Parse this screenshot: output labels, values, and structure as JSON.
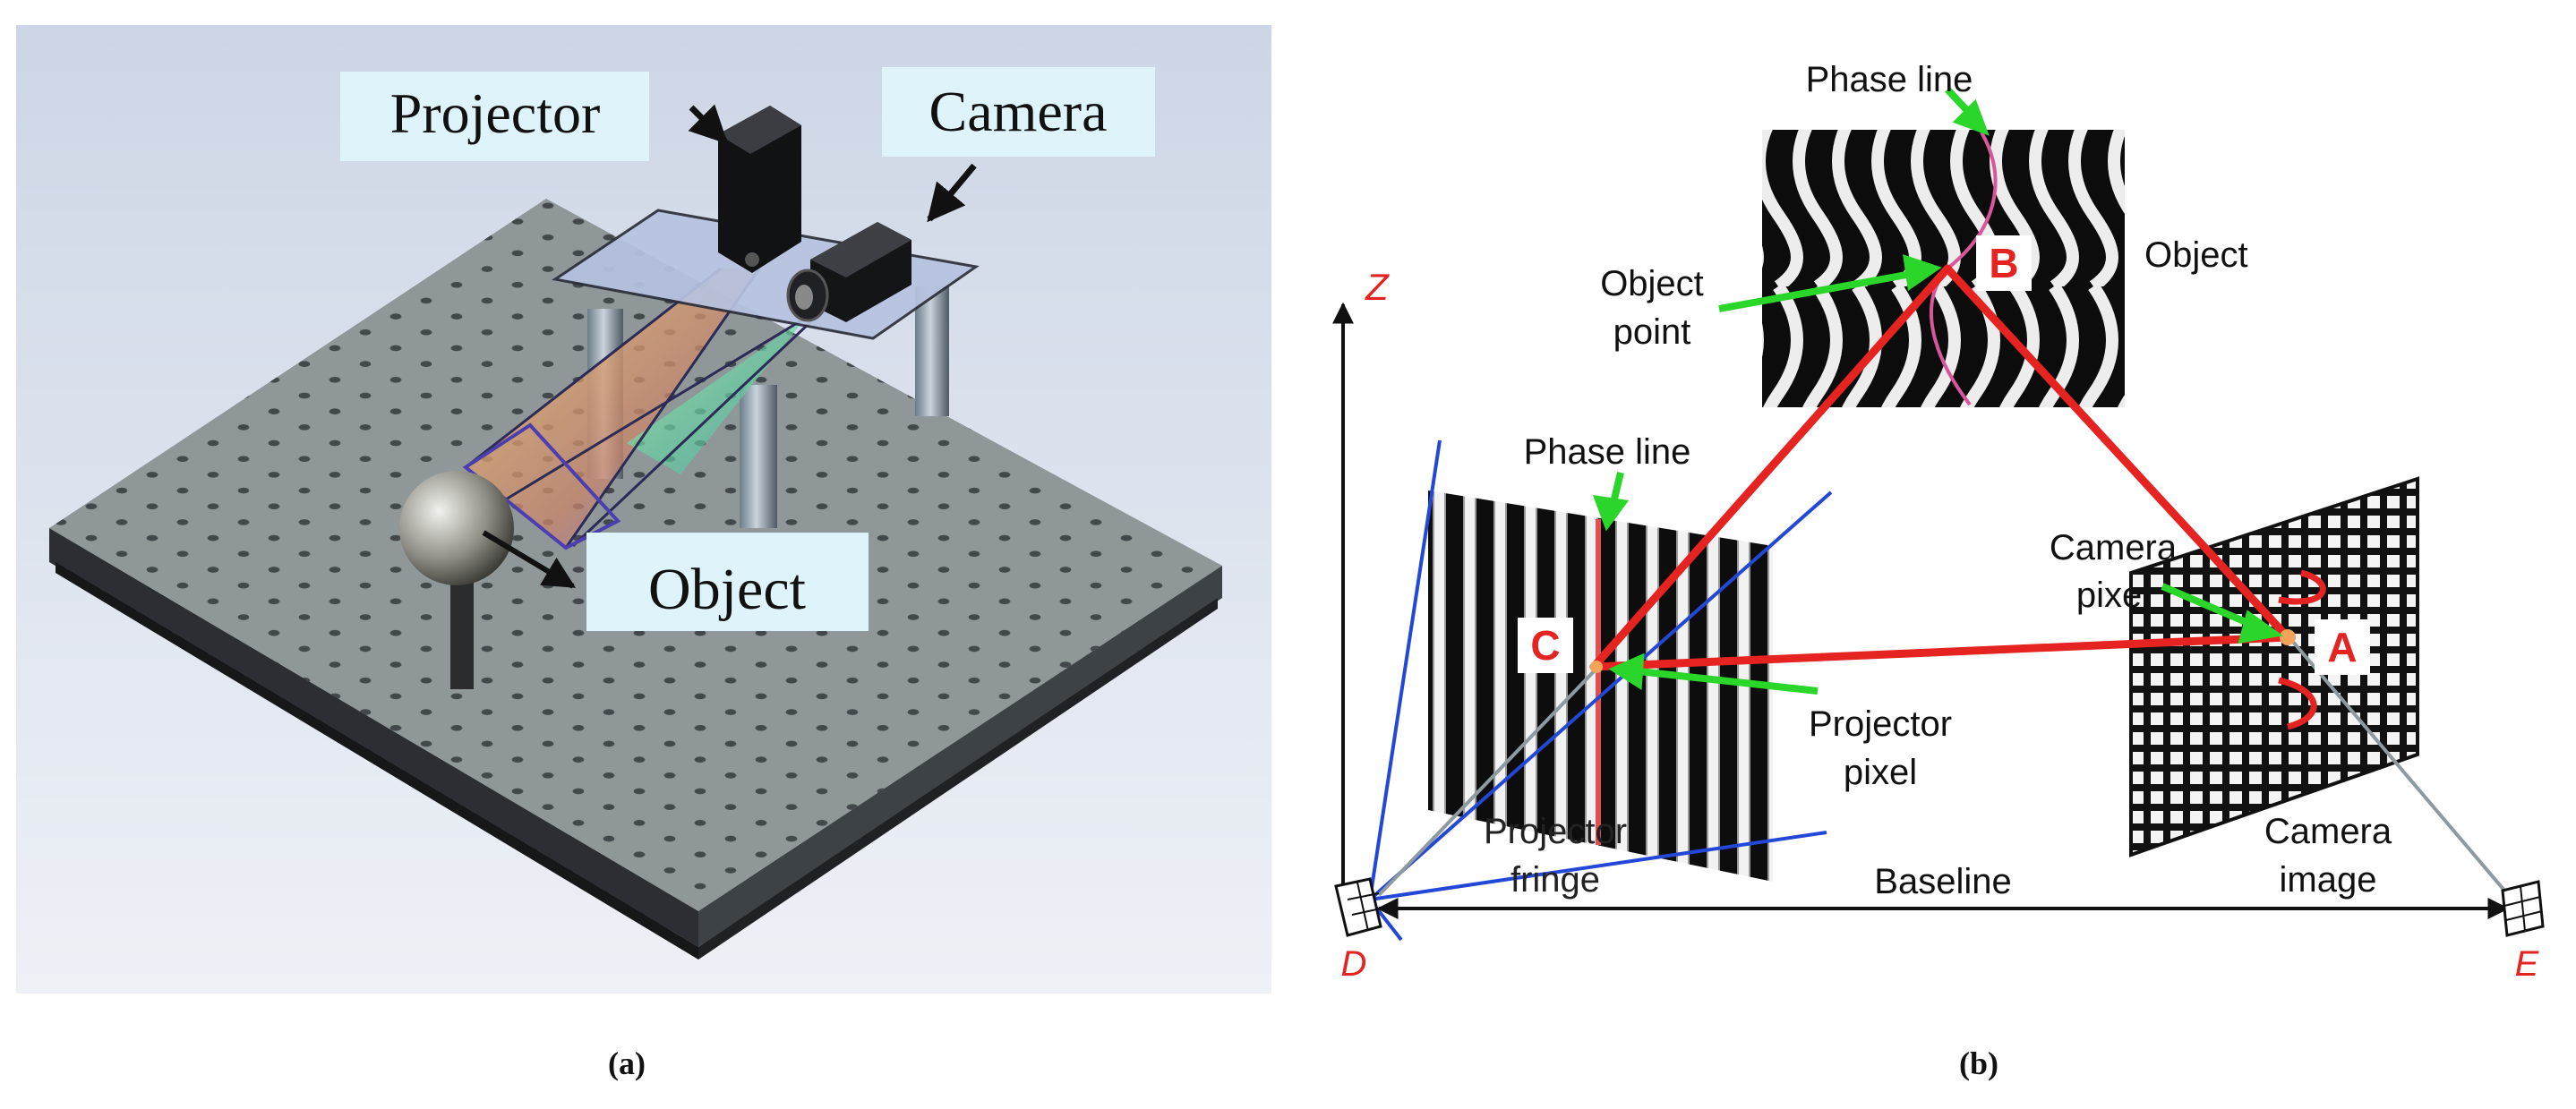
{
  "panel_a": {
    "caption": "(a)",
    "labels": {
      "projector": "Projector",
      "camera": "Camera",
      "object": "Object"
    }
  },
  "panel_b": {
    "caption": "(b)",
    "labels": {
      "phase_line_top": "Phase line",
      "object": "Object",
      "object_point_line1": "Object",
      "object_point_line2": "point",
      "point_b": "B",
      "axis_z": "Z",
      "phase_line_left": "Phase line",
      "point_c": "C",
      "projector_pixel_line1": "Projector",
      "projector_pixel_line2": "pixel",
      "projector_fringe_line1": "Projector",
      "projector_fringe_line2": "fringe",
      "camera_pixel_line1": "Camera",
      "camera_pixel_line2": "pixel",
      "point_a": "A",
      "camera_image_line1": "Camera",
      "camera_image_line2": "image",
      "baseline": "Baseline",
      "point_d": "D",
      "point_e": "E"
    }
  },
  "colors": {
    "triangle": "#e52421",
    "rays": "#2347d6",
    "arrows": "#2bd62b",
    "label_red": "#e52421",
    "label_bg": "#dff3fb"
  }
}
